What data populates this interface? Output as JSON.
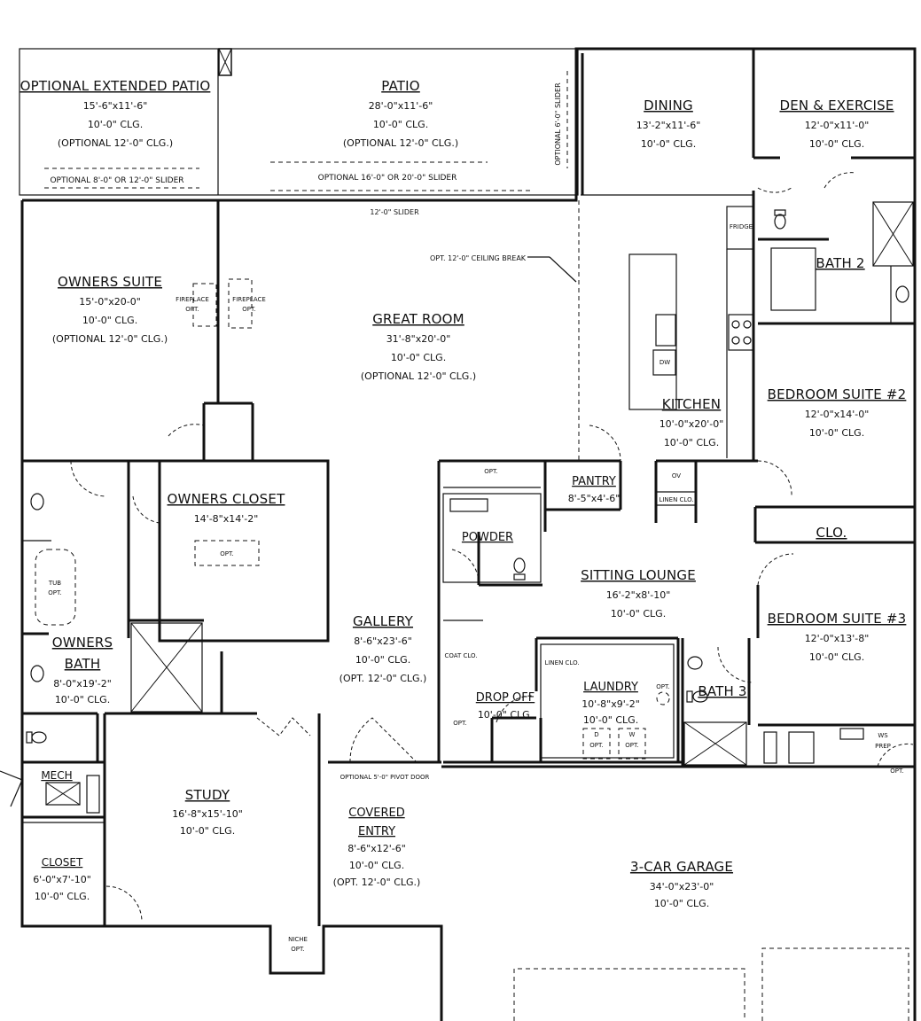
{
  "rooms": {
    "opt_patio": {
      "name": "OPTIONAL EXTENDED PATIO",
      "dim": "15'-6\"x11'-6\"",
      "clg": "10'-0\" CLG.",
      "opt": "(OPTIONAL 12'-0\" CLG.)"
    },
    "patio": {
      "name": "PATIO",
      "dim": "28'-0\"x11'-6\"",
      "clg": "10'-0\" CLG.",
      "opt": "(OPTIONAL 12'-0\" CLG.)"
    },
    "dining": {
      "name": "DINING",
      "dim": "13'-2\"x11'-6\"",
      "clg": "10'-0\" CLG."
    },
    "den": {
      "name": "DEN & EXERCISE",
      "dim": "12'-0\"x11'-0\"",
      "clg": "10'-0\" CLG."
    },
    "owners_suite": {
      "name": "OWNERS SUITE",
      "dim": "15'-0\"x20-0\"",
      "clg": "10'-0\" CLG.",
      "opt": "(OPTIONAL 12'-0\" CLG.)"
    },
    "great_room": {
      "name": "GREAT ROOM",
      "dim": "31'-8\"x20'-0\"",
      "clg": "10'-0\" CLG.",
      "opt": "(OPTIONAL 12'-0\" CLG.)"
    },
    "bath2": {
      "name": "BATH 2"
    },
    "kitchen": {
      "name": "KITCHEN",
      "dim": "10'-0\"x20'-0\"",
      "clg": "10'-0\" CLG."
    },
    "bedroom2": {
      "name": "BEDROOM SUITE #2",
      "dim": "12'-0\"x14'-0\"",
      "clg": "10'-0\" CLG."
    },
    "owners_closet": {
      "name": "OWNERS CLOSET",
      "dim": "14'-8\"x14'-2\""
    },
    "pantry": {
      "name": "PANTRY",
      "dim": "8'-5\"x4'-6\""
    },
    "powder": {
      "name": "POWDER"
    },
    "clo": {
      "name": "CLO."
    },
    "sitting": {
      "name": "SITTING LOUNGE",
      "dim": "16'-2\"x8'-10\"",
      "clg": "10'-0\" CLG."
    },
    "bedroom3": {
      "name": "BEDROOM SUITE #3",
      "dim": "12'-0\"x13'-8\"",
      "clg": "10'-0\" CLG."
    },
    "gallery": {
      "name": "GALLERY",
      "dim": "8'-6\"x23'-6\"",
      "clg": "10'-0\" CLG.",
      "opt": "(OPT. 12'-0\" CLG.)"
    },
    "owners_bath": {
      "name1": "OWNERS",
      "name2": "BATH",
      "dim": "8'-0\"x19'-2\"",
      "clg": "10'-0\" CLG."
    },
    "drop_off": {
      "name": "DROP OFF",
      "clg": "10'-0\" CLG."
    },
    "laundry": {
      "name": "LAUNDRY",
      "dim": "10'-8\"x9'-2\"",
      "clg": "10'-0\" CLG."
    },
    "bath3": {
      "name": "BATH 3"
    },
    "mech": {
      "name": "MECH"
    },
    "study": {
      "name": "STUDY",
      "dim": "16'-8\"x15'-10\"",
      "clg": "10'-0\" CLG."
    },
    "covered_entry": {
      "name1": "COVERED",
      "name2": "ENTRY",
      "dim": "8'-6\"x12'-6\"",
      "clg": "10'-0\" CLG.",
      "opt": "(OPT. 12'-0\" CLG.)"
    },
    "garage": {
      "name": "3-CAR GARAGE",
      "dim": "34'-0\"x23'-0\"",
      "clg": "10'-0\" CLG."
    },
    "closet": {
      "name": "CLOSET",
      "dim": "6'-0\"x7'-10\"",
      "clg": "10'-0\" CLG."
    }
  },
  "notes": {
    "slider_8_12": "OPTIONAL 8'-0\" OR 12'-0\" SLIDER",
    "slider_16_20": "OPTIONAL 16'-0\" OR 20'-0\" SLIDER",
    "slider_12": "12'-0\" SLIDER",
    "slider_6": "OPTIONAL 6'-0\" SLIDER",
    "ceiling_break": "OPT. 12'-0\" CEILING BREAK",
    "fridge": "FRIDGE",
    "dw": "DW",
    "ov": "OV",
    "linen_clo": "LINEN CLO.",
    "linen_clo2": "LINEN CLO.",
    "coat_clo": "COAT CLO.",
    "opt": "OPT.",
    "fireplace": "FIREPLACE",
    "fp_opt": "OPT.",
    "tub": "TUB",
    "tub_opt": "OPT.",
    "pivot_door": "OPTIONAL 5'-0\" PIVOT DOOR",
    "niche": "NICHE",
    "niche_opt": "OPT.",
    "ws": "WS",
    "prep": "PREP",
    "d": "D",
    "w": "W"
  }
}
